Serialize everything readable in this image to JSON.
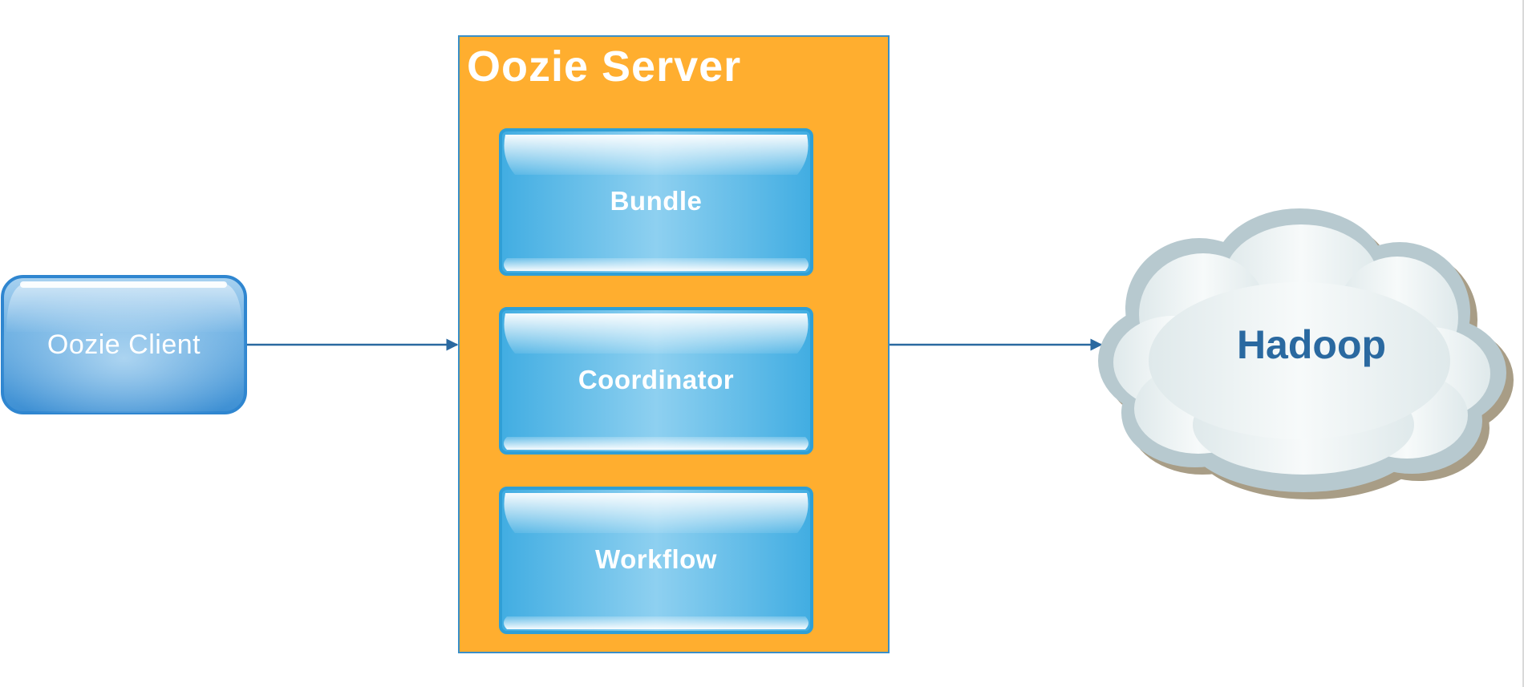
{
  "client": {
    "label": "Oozie  Client"
  },
  "server": {
    "title": "Oozie  Server",
    "modules": [
      {
        "label": "Bundle"
      },
      {
        "label": "Coordinator"
      },
      {
        "label": "Workflow"
      }
    ]
  },
  "cluster": {
    "label": "Hadoop"
  },
  "colors": {
    "server_fill": "#ffae2f",
    "server_border": "#3a8fc8",
    "module_fill": "#4fb6e6",
    "client_fill": "#4a9ad8",
    "arrow": "#2a69a0",
    "cloud_fill": "#e6eeef",
    "cloud_edge": "#b7c9cf",
    "cloud_shadow": "#a89d86",
    "hadoop_text": "#2a69a0"
  }
}
